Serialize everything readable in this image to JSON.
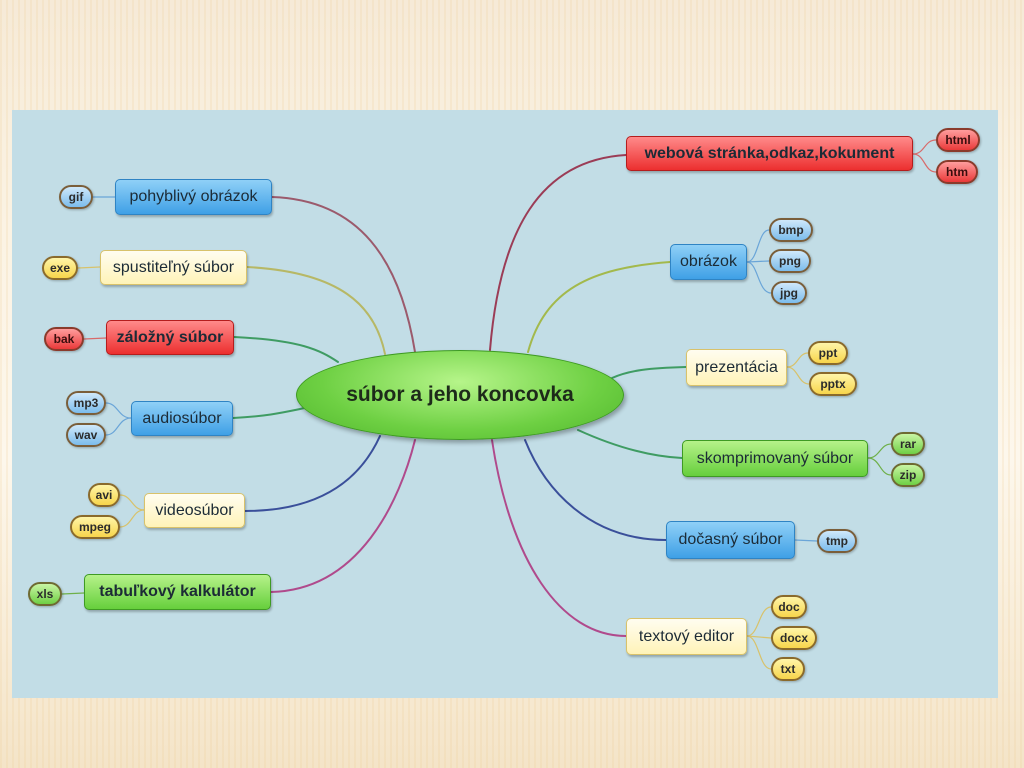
{
  "center": "súbor a jeho koncovka",
  "left": [
    {
      "label": "pohyblivý obrázok",
      "exts": [
        "gif"
      ]
    },
    {
      "label": "spustiteľný súbor",
      "exts": [
        "exe"
      ]
    },
    {
      "label": "záložný súbor",
      "exts": [
        "bak"
      ]
    },
    {
      "label": "audiosúbor",
      "exts": [
        "mp3",
        "wav"
      ]
    },
    {
      "label": "videosúbor",
      "exts": [
        "avi",
        "mpeg"
      ]
    },
    {
      "label": "tabuľkový kalkulátor",
      "exts": [
        "xls"
      ]
    }
  ],
  "right": [
    {
      "label": "webová stránka,odkaz,kokument",
      "exts": [
        "html",
        "htm"
      ]
    },
    {
      "label": "obrázok",
      "exts": [
        "bmp",
        "png",
        "jpg"
      ]
    },
    {
      "label": "prezentácia",
      "exts": [
        "ppt",
        "pptx"
      ]
    },
    {
      "label": "skomprimovaný súbor",
      "exts": [
        "rar",
        "zip"
      ]
    },
    {
      "label": "dočasný súbor",
      "exts": [
        "tmp"
      ]
    },
    {
      "label": "textový editor",
      "exts": [
        "doc",
        "docx",
        "txt"
      ]
    }
  ],
  "colors": {
    "background": "#c2dde6",
    "blue": "#3fa0e6",
    "yellow": "#fff3b8",
    "red": "#ec2f2f",
    "green": "#66cf3c",
    "center": "#6ed043"
  }
}
